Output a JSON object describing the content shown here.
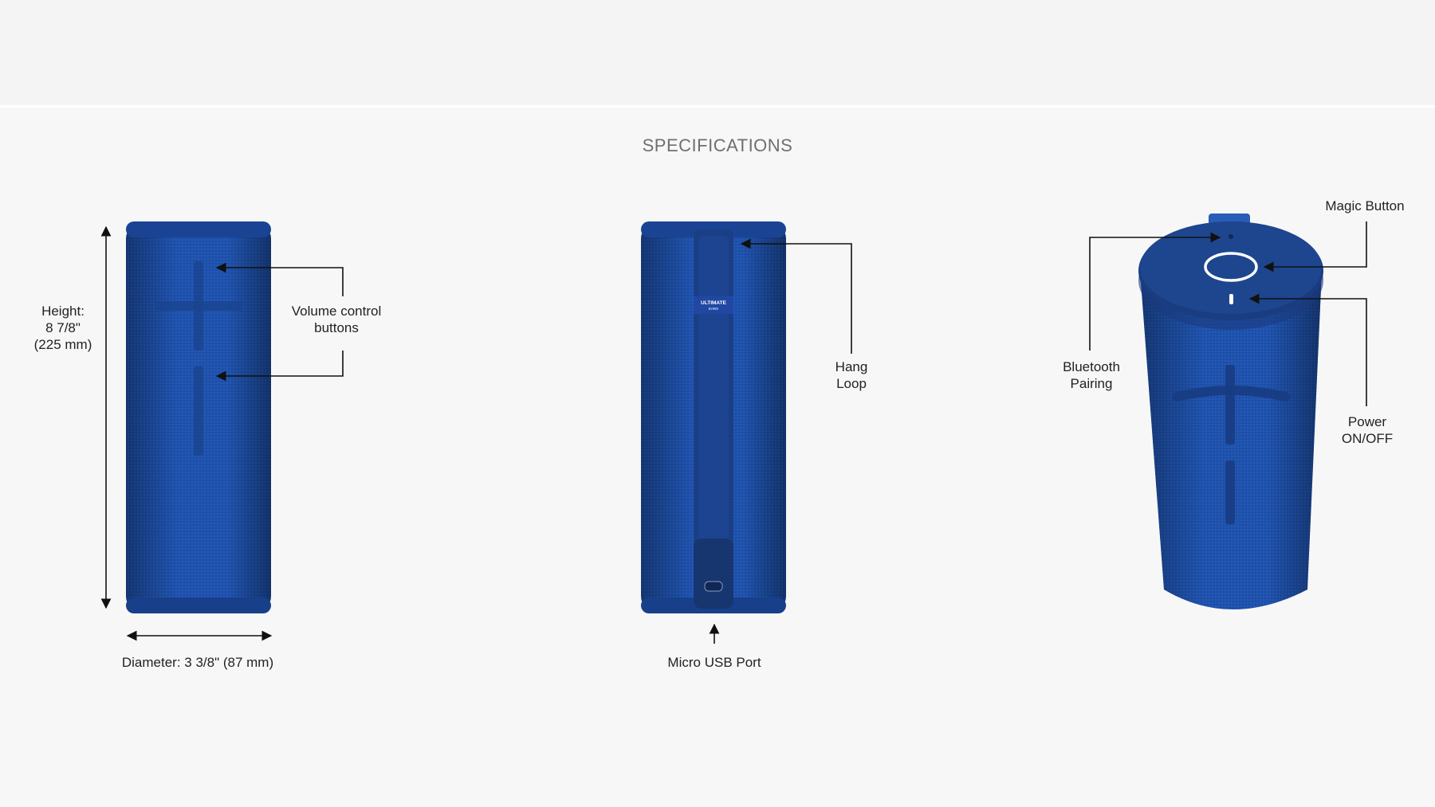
{
  "header": {
    "title": "SPECIFICATIONS"
  },
  "colors": {
    "speaker_blue": "#1d4fa8",
    "speaker_dark": "#163a7e",
    "line": "#111111",
    "background": "#f7f7f7"
  },
  "views": {
    "front": {
      "height_label": [
        "Height:",
        "8 7/8\"",
        "(225 mm)"
      ],
      "volume_label": [
        "Volume control",
        "buttons"
      ],
      "diameter_label": "Diameter: 3 3/8\" (87 mm)"
    },
    "back": {
      "badge_text": [
        "ULTIMATE",
        "EARS"
      ],
      "hang_label": [
        "Hang",
        "Loop"
      ],
      "usb_label": "Micro USB Port"
    },
    "angle": {
      "magic_label": "Magic Button",
      "bluetooth_label": [
        "Bluetooth",
        "Pairing"
      ],
      "power_label": [
        "Power",
        "ON/OFF"
      ]
    }
  }
}
